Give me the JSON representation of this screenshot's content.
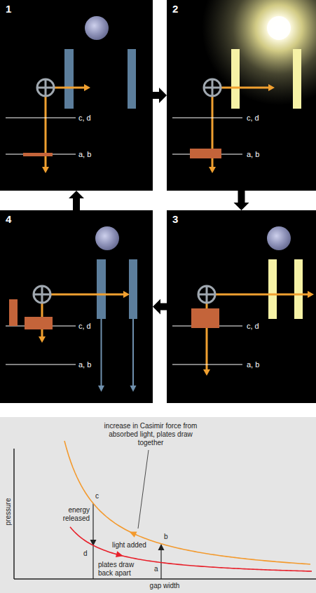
{
  "diagram": {
    "nodes": [
      {
        "text": [
          "1",
          "c, d",
          "a, b"
        ]
      },
      {
        "text": [
          "2",
          "c, d",
          "a, b"
        ]
      },
      {
        "text": [
          "3",
          "c, d",
          "a, b"
        ]
      },
      {
        "text": [
          "4",
          "c, d",
          "a, b"
        ]
      }
    ],
    "edges": [
      {
        "from": 0,
        "to": 1,
        "arrow": "to"
      },
      {
        "from": 1,
        "to": 2,
        "arrow": "to"
      },
      {
        "from": 2,
        "to": 3,
        "arrow": "to"
      },
      {
        "from": 3,
        "to": 0,
        "arrow": "to"
      }
    ],
    "labels": [
      "pressure",
      "increase in Casimir force from absorbed light, plates draw together",
      "c",
      "energy released",
      "b",
      "light added",
      "d",
      "a",
      "plates draw back apart",
      "gap width"
    ]
  }
}
